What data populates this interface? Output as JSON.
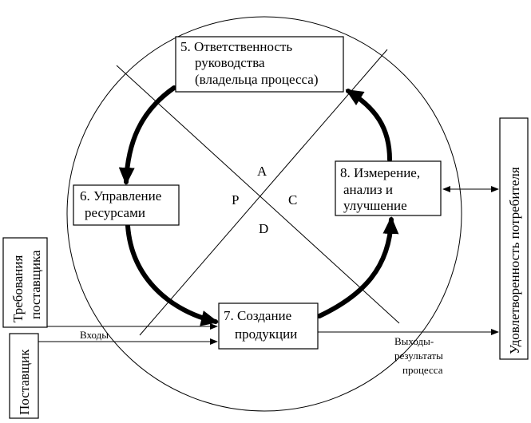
{
  "boxes": {
    "management": [
      "5. Ответственность",
      "руководства",
      "(владельца процесса)"
    ],
    "resources": [
      "6. Управление",
      "ресурсами"
    ],
    "measurement": [
      "8. Измерение,",
      "анализ и",
      "улучшение"
    ],
    "production": [
      "7. Создание",
      "продукции"
    ]
  },
  "pdca": {
    "a": "A",
    "p": "P",
    "c": "C",
    "d": "D"
  },
  "left_boxes": {
    "supplier_requirements": [
      "Требования",
      "поставщика"
    ],
    "supplier": "Поставщик"
  },
  "right_box": "Удовлетворенность потребителя",
  "flow_labels": {
    "inputs": "Входы",
    "outputs": [
      "Выходы-",
      "результаты",
      "процесса"
    ]
  }
}
